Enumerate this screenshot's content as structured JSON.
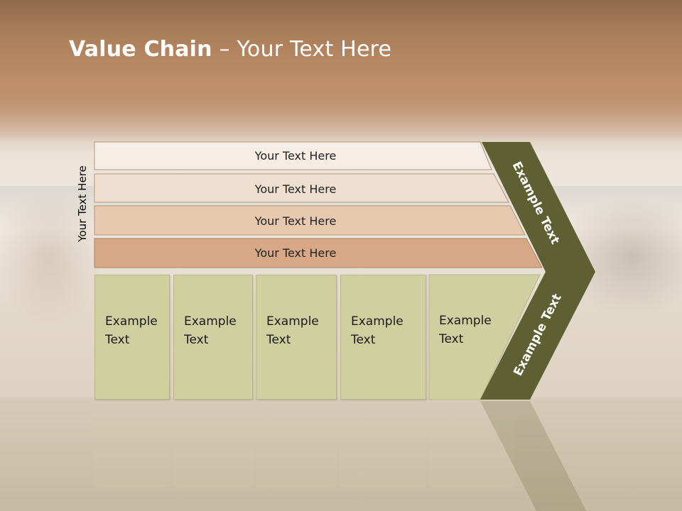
{
  "slide": {
    "title_bold": "Value Chain",
    "title_rest": " – Your Text Here",
    "side_label": "Your Text Here"
  },
  "bars": [
    {
      "label": "Your Text Here",
      "color": "#f5ede6"
    },
    {
      "label": "Your Text Here",
      "color": "#efdfd0"
    },
    {
      "label": "Your Text Here",
      "color": "#e7c9b0"
    },
    {
      "label": "Your Text Here",
      "color": "#d8a886"
    }
  ],
  "boxes": [
    {
      "line1": "Example",
      "line2": "Text"
    },
    {
      "line1": "Example",
      "line2": "Text"
    },
    {
      "line1": "Example",
      "line2": "Text"
    },
    {
      "line1": "Example",
      "line2": "Text"
    },
    {
      "line1": "Example",
      "line2": "Text"
    }
  ],
  "chevron": {
    "upper_text": "Example Text",
    "lower_text": "Example Text",
    "color": "#5f5f34"
  },
  "colors": {
    "box_fill": "#cfcfa0",
    "title_band": "#b8896a"
  }
}
